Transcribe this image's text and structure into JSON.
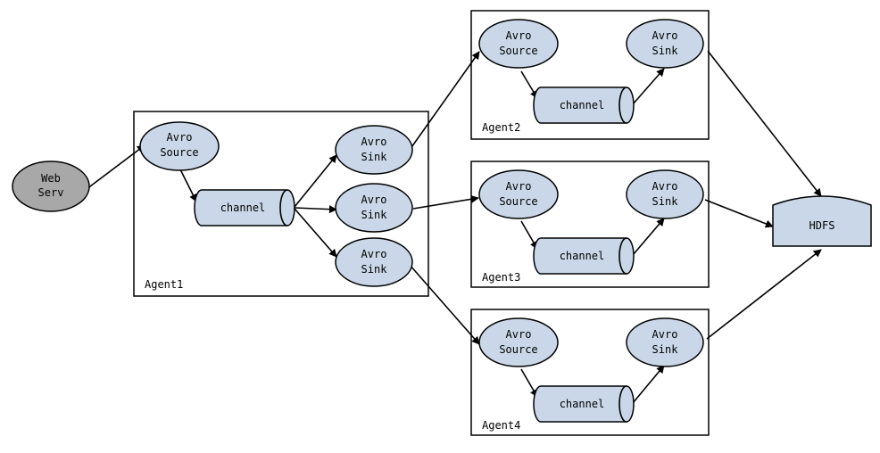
{
  "colors": {
    "node_fill": "#c9d7e8",
    "web_fill": "#a8a8a8",
    "stroke": "#000000",
    "background": "#ffffff"
  },
  "web_server": {
    "line1": "Web",
    "line2": "Serv"
  },
  "hdfs": {
    "label": "HDFS"
  },
  "agents": [
    {
      "label": "Agent1",
      "source": {
        "line1": "Avro",
        "line2": "Source"
      },
      "channel": "channel",
      "sinks": [
        {
          "line1": "Avro",
          "line2": "Sink"
        },
        {
          "line1": "Avro",
          "line2": "Sink"
        },
        {
          "line1": "Avro",
          "line2": "Sink"
        }
      ]
    },
    {
      "label": "Agent2",
      "source": {
        "line1": "Avro",
        "line2": "Source"
      },
      "channel": "channel",
      "sink": {
        "line1": "Avro",
        "line2": "Sink"
      }
    },
    {
      "label": "Agent3",
      "source": {
        "line1": "Avro",
        "line2": "Source"
      },
      "channel": "channel",
      "sink": {
        "line1": "Avro",
        "line2": "Sink"
      }
    },
    {
      "label": "Agent4",
      "source": {
        "line1": "Avro",
        "line2": "Source"
      },
      "channel": "channel",
      "sink": {
        "line1": "Avro",
        "line2": "Sink"
      }
    }
  ]
}
